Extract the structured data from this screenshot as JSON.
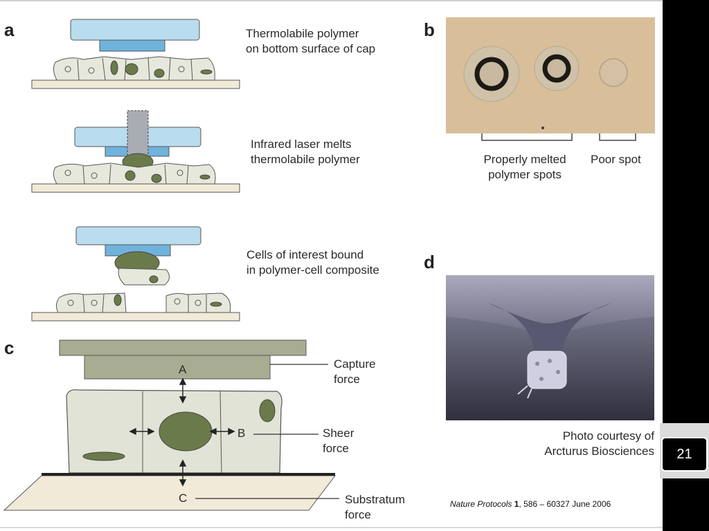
{
  "panels": {
    "a": {
      "letter": "a",
      "step1_line1": "Thermolabile polymer",
      "step1_line2": "on bottom surface of cap",
      "step2_line1": "Infrared laser melts",
      "step2_line2": "thermolabile polymer",
      "step3_line1": "Cells of interest bound",
      "step3_line2": "in polymer-cell composite"
    },
    "b": {
      "letter": "b",
      "good_line1": "Properly melted",
      "good_line2": "polymer spots",
      "poor": "Poor spot"
    },
    "c": {
      "letter": "c",
      "A": "A",
      "B": "B",
      "C": "C",
      "capture_line1": "Capture",
      "capture_line2": "force",
      "sheer_line1": "Sheer",
      "sheer_line2": "force",
      "substratum_line1": "Substratum",
      "substratum_line2": "force"
    },
    "d": {
      "letter": "d",
      "credit_line1": "Photo courtesy of",
      "credit_line2": "Arcturus Biosciences"
    }
  },
  "citation": {
    "journal": "Nature Protocols",
    "volume": "1",
    "rest": ", 586 – 60327 June 2006"
  },
  "page_number": "21",
  "colors": {
    "cap_blue": "#b9dcef",
    "cap_blue_dark": "#6fb3dc",
    "cell_fill": "#e6e8dc",
    "nucleus": "#6b7a4a",
    "slide": "#f1ead8",
    "photo_b_bg": "#d8bf9a",
    "photo_d_bg": "#7b7a90"
  }
}
